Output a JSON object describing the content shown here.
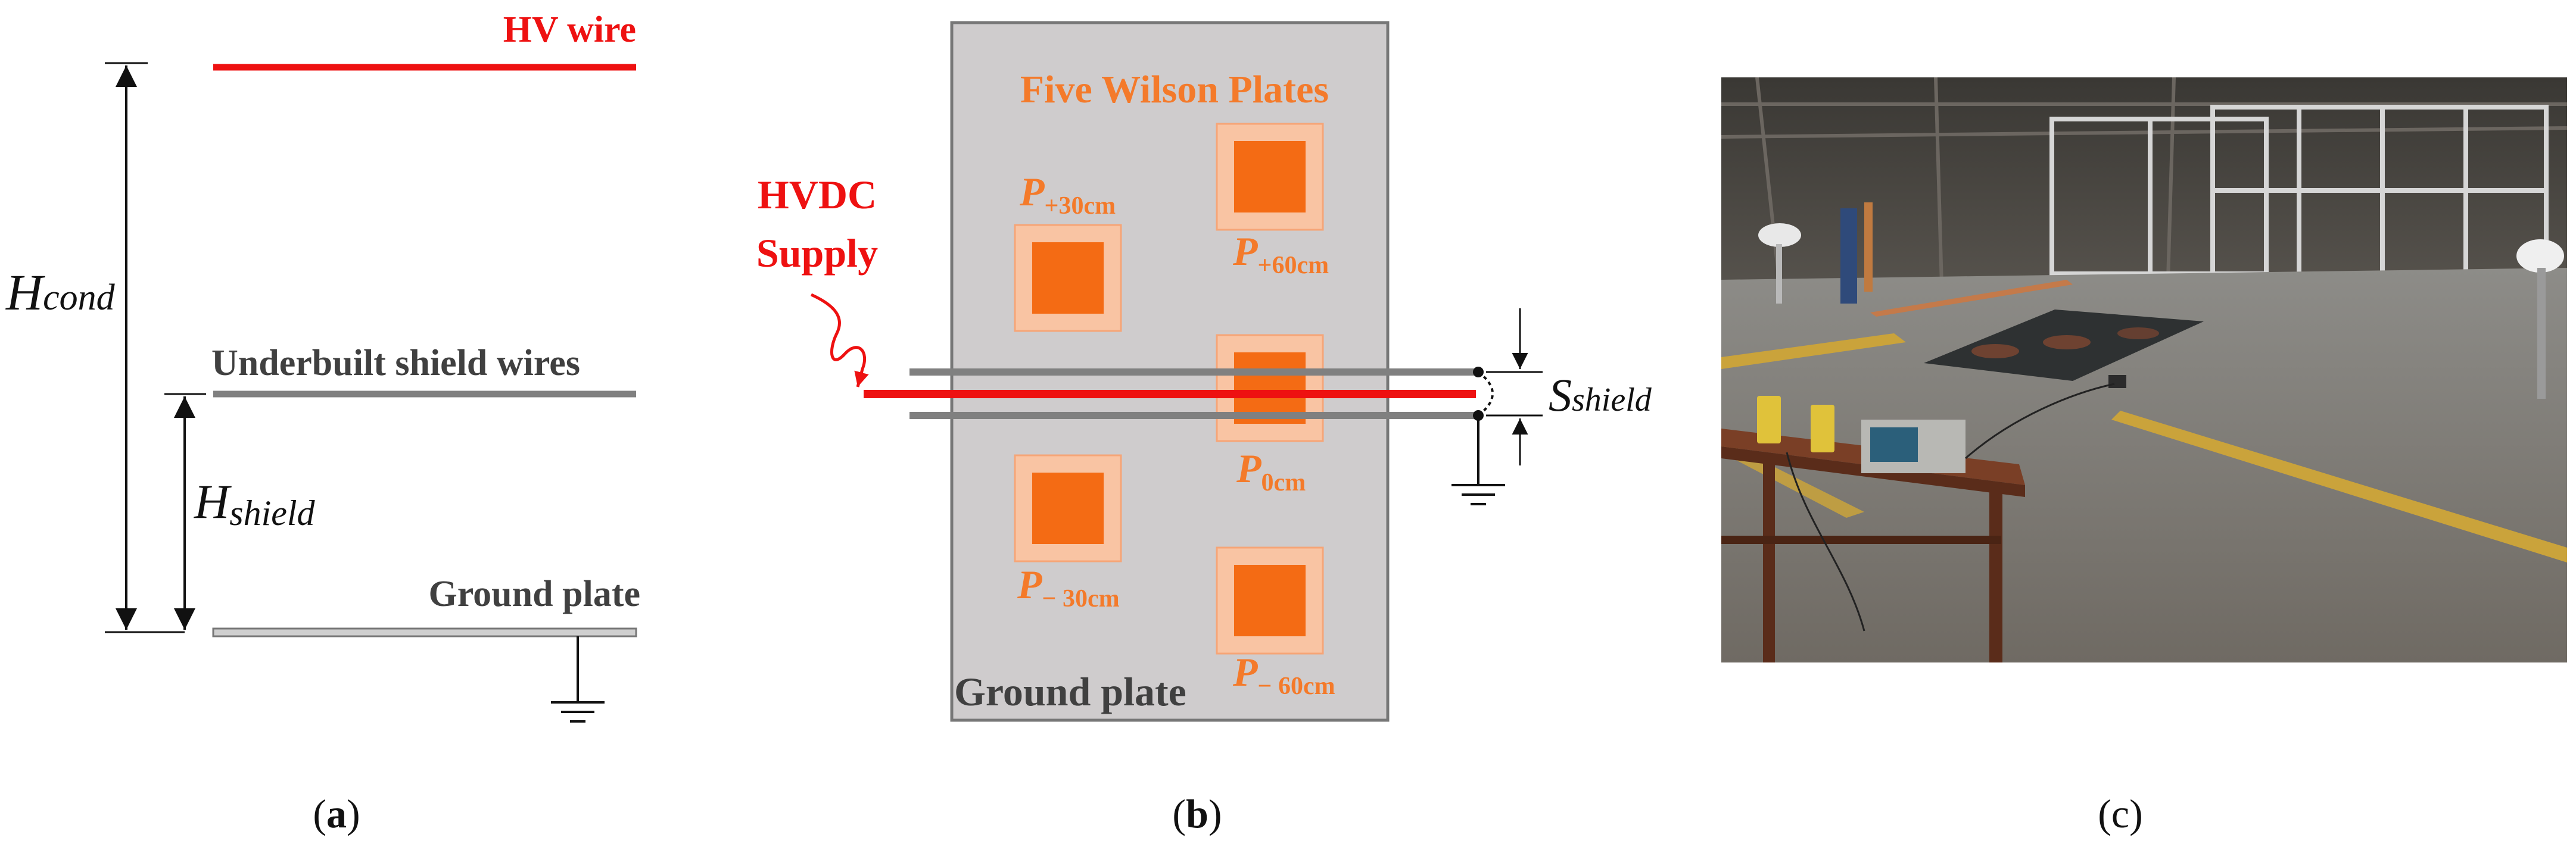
{
  "panel_a": {
    "hv_wire_label": "HV wire",
    "shield_label": "Underbuilt shield wires",
    "ground_label": "Ground plate",
    "h_cond": {
      "main": "H",
      "sub": "cond"
    },
    "h_shield": {
      "main": "H",
      "sub": "shield"
    },
    "caption": {
      "open": "(",
      "letter": "a",
      "close": ")"
    }
  },
  "panel_b": {
    "title": "Five Wilson Plates",
    "hvdc_line1": "HVDC",
    "hvdc_line2": "Supply",
    "ground_label": "Ground plate",
    "s_shield": {
      "main": "S",
      "sub": "shield"
    },
    "plates": [
      {
        "main": "P",
        "sub": "+30cm"
      },
      {
        "main": "P",
        "sub": "+60cm"
      },
      {
        "main": "P",
        "sub": "0cm"
      },
      {
        "main": "P",
        "sub": "− 30cm"
      },
      {
        "main": "P",
        "sub": "− 60cm"
      }
    ],
    "caption": {
      "open": "(",
      "letter": "b",
      "close": ")"
    }
  },
  "panel_c": {
    "caption": "(c)"
  },
  "colors": {
    "red": "#ee1111",
    "orange": "#f47a2a",
    "plate_light": "#f9c4a3",
    "plate_core": "#f46b14",
    "gray_line": "#808080",
    "dark_text": "#404040",
    "ground_panel": "#cfcccd"
  }
}
